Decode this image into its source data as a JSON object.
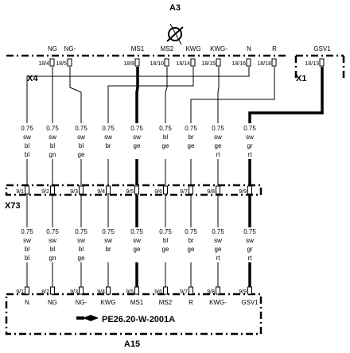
{
  "diagram": {
    "top_module": "A3",
    "bottom_module": "A15",
    "connector_x4": "X4",
    "connector_x1": "X1",
    "connector_x73": "X73",
    "reference": "PE26.20-W-2001A",
    "top_signals": [
      "NG",
      "NG-",
      "MS1",
      "MS2",
      "KWG",
      "KWG-",
      "N",
      "R",
      "GSV1"
    ],
    "top_pins": [
      "18/4",
      "18/5",
      "18/8",
      "18/10",
      "18/14",
      "18/15",
      "18/16",
      "18/18",
      "18/13"
    ],
    "wires": [
      {
        "size": "0.75",
        "c1": "sw",
        "c2": "bl",
        "c3": "bl"
      },
      {
        "size": "0.75",
        "c1": "sw",
        "c2": "bl",
        "c3": "gn"
      },
      {
        "size": "0.75",
        "c1": "sw",
        "c2": "bl",
        "c3": "ge"
      },
      {
        "size": "0.75",
        "c1": "sw",
        "c2": "br",
        "c3": ""
      },
      {
        "size": "0.75",
        "c1": "sw",
        "c2": "ge",
        "c3": ""
      },
      {
        "size": "0.75",
        "c1": "bl",
        "c2": "ge",
        "c3": ""
      },
      {
        "size": "0.75",
        "c1": "br",
        "c2": "ge",
        "c3": ""
      },
      {
        "size": "0.75",
        "c1": "sw",
        "c2": "ge",
        "c3": "rt"
      },
      {
        "size": "0.75",
        "c1": "sw",
        "c2": "gr",
        "c3": "rt"
      }
    ],
    "x73_pins": [
      "9/1",
      "9/2",
      "9/3",
      "9/4",
      "9/5",
      "9/6",
      "9/7",
      "9/8",
      "9/9"
    ],
    "bottom_pins": [
      "9/1",
      "8/2",
      "9/3",
      "9/4",
      "9/5",
      "9/6",
      "9/7",
      "9/8",
      "9/9"
    ],
    "bottom_signals": [
      "N",
      "NG",
      "NG-",
      "KWG",
      "MS1",
      "MS2",
      "R",
      "KWG-",
      "GSV1"
    ]
  }
}
